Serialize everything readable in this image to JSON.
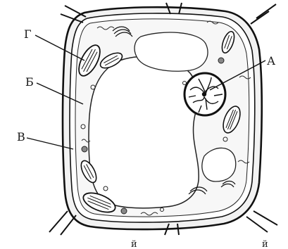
{
  "labels": {
    "a": "А",
    "b": "Б",
    "v": "В",
    "g": "Г"
  },
  "bottom_glyphs": [
    "й",
    "й"
  ]
}
